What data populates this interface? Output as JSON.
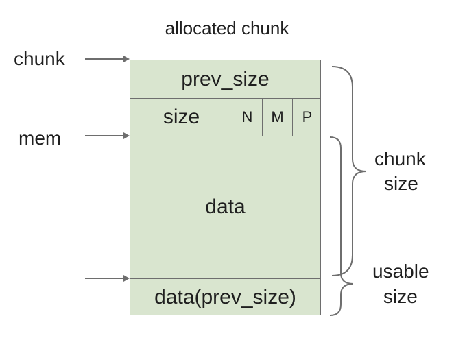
{
  "title": "allocated chunk",
  "pointers": {
    "chunk": "chunk",
    "mem": "mem"
  },
  "fields": {
    "prev_size": "prev_size",
    "size": "size",
    "flags": [
      "N",
      "M",
      "P"
    ],
    "data": "data",
    "next_prev_size": "data(prev_size)"
  },
  "brackets": {
    "chunk_size_line1": "chunk",
    "chunk_size_line2": "size",
    "usable_size_line1": "usable",
    "usable_size_line2": "size"
  },
  "colors": {
    "fill": "#d9e5cf",
    "stroke": "#6e6e6e"
  }
}
